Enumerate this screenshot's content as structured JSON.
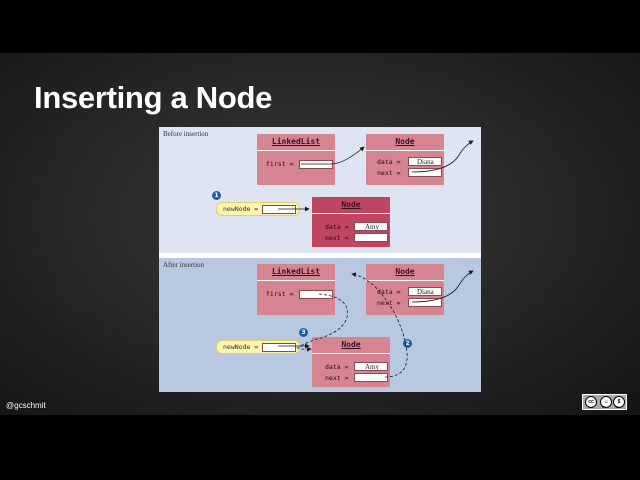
{
  "slide": {
    "title": "Inserting a Node",
    "handle": "@gcschmit",
    "license": {
      "badge_main": "cc",
      "badge_tags": [
        "BY",
        "NC"
      ]
    }
  },
  "figure": {
    "before": {
      "label": "Before insertion",
      "linkedlist": {
        "title": "LinkedList",
        "first_label": "first ="
      },
      "existing_node": {
        "title": "Node",
        "data_label": "data =",
        "data_value": "Diana",
        "next_label": "next ="
      },
      "new_node_var": {
        "label": "newNode =",
        "step": "1"
      },
      "new_node": {
        "title": "Node",
        "data_label": "data =",
        "data_value": "Amy",
        "next_label": "next ="
      }
    },
    "after": {
      "label": "After insertion",
      "linkedlist": {
        "title": "LinkedList",
        "first_label": "first ="
      },
      "existing_node": {
        "title": "Node",
        "data_label": "data =",
        "data_value": "Diana",
        "next_label": "next ="
      },
      "new_node_var": {
        "label": "newNode =",
        "step": "3"
      },
      "new_node": {
        "title": "Node",
        "data_label": "data =",
        "data_value": "Amy",
        "next_label": "next ="
      },
      "step2": "2"
    }
  },
  "colors": {
    "node_light": "#d68590",
    "node_new": "#c04561",
    "panel_top": "#dfe4f2",
    "panel_bottom": "#b9c8e1",
    "variable_pill": "#fff3b0",
    "step_badge": "#1d5ea8"
  }
}
